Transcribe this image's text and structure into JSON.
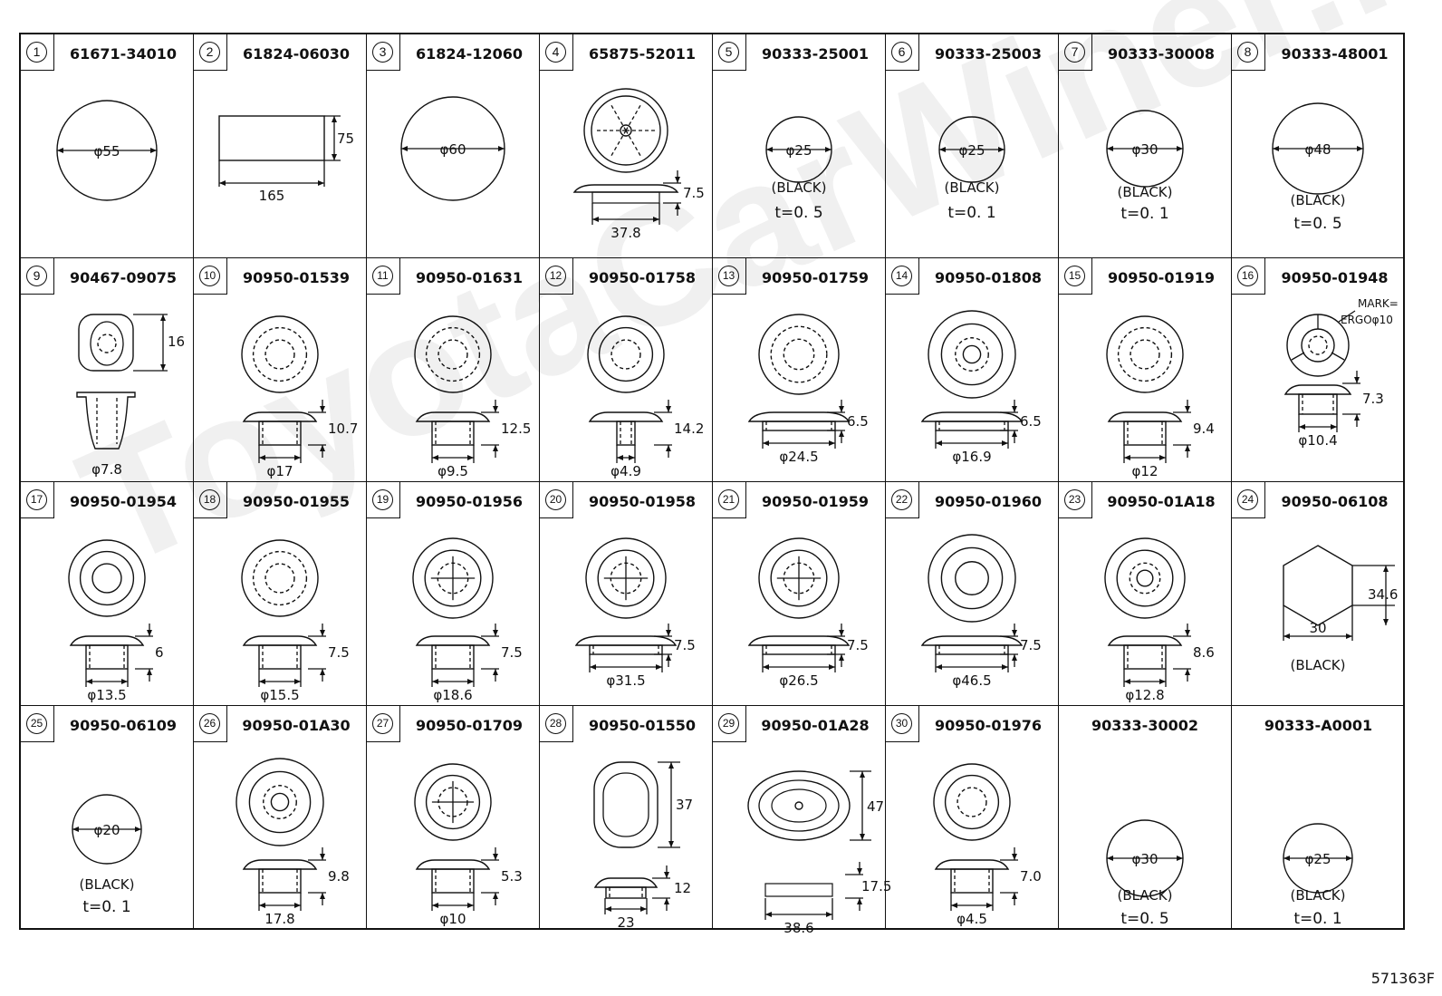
{
  "watermark": "ToyotaCarWiner.ru",
  "doc_code": "571363F",
  "cells": [
    {
      "num": "1",
      "part": "61671-34010",
      "dims": [
        "φ55"
      ]
    },
    {
      "num": "2",
      "part": "61824-06030",
      "dims": [
        "75",
        "165"
      ]
    },
    {
      "num": "3",
      "part": "61824-12060",
      "dims": [
        "φ60"
      ]
    },
    {
      "num": "4",
      "part": "65875-52011",
      "dims": [
        "7.5",
        "37.8"
      ]
    },
    {
      "num": "5",
      "part": "90333-25001",
      "dims": [
        "φ25"
      ],
      "note": "(BLACK)",
      "t": "t=0. 5"
    },
    {
      "num": "6",
      "part": "90333-25003",
      "dims": [
        "φ25"
      ],
      "note": "(BLACK)",
      "t": "t=0. 1"
    },
    {
      "num": "7",
      "part": "90333-30008",
      "dims": [
        "φ30"
      ],
      "note": "(BLACK)",
      "t": "t=0. 1"
    },
    {
      "num": "8",
      "part": "90333-48001",
      "dims": [
        "φ48"
      ],
      "note": "(BLACK)",
      "t": "t=0. 5"
    },
    {
      "num": "9",
      "part": "90467-09075",
      "dims": [
        "16",
        "φ7.8"
      ]
    },
    {
      "num": "10",
      "part": "90950-01539",
      "dims": [
        "10.7",
        "φ17"
      ]
    },
    {
      "num": "11",
      "part": "90950-01631",
      "dims": [
        "12.5",
        "φ9.5"
      ]
    },
    {
      "num": "12",
      "part": "90950-01758",
      "dims": [
        "14.2",
        "φ4.9"
      ]
    },
    {
      "num": "13",
      "part": "90950-01759",
      "dims": [
        "6.5",
        "φ24.5"
      ]
    },
    {
      "num": "14",
      "part": "90950-01808",
      "dims": [
        "6.5",
        "φ16.9"
      ]
    },
    {
      "num": "15",
      "part": "90950-01919",
      "dims": [
        "9.4",
        "φ12"
      ]
    },
    {
      "num": "16",
      "part": "90950-01948",
      "dims": [
        "7.3",
        "φ10.4"
      ],
      "mark": [
        "MARK=",
        "ERGOφ10"
      ]
    },
    {
      "num": "17",
      "part": "90950-01954",
      "dims": [
        "6",
        "φ13.5"
      ]
    },
    {
      "num": "18",
      "part": "90950-01955",
      "dims": [
        "7.5",
        "φ15.5"
      ]
    },
    {
      "num": "19",
      "part": "90950-01956",
      "dims": [
        "7.5",
        "φ18.6"
      ]
    },
    {
      "num": "20",
      "part": "90950-01958",
      "dims": [
        "7.5",
        "φ31.5"
      ]
    },
    {
      "num": "21",
      "part": "90950-01959",
      "dims": [
        "7.5",
        "φ26.5"
      ]
    },
    {
      "num": "22",
      "part": "90950-01960",
      "dims": [
        "7.5",
        "φ46.5"
      ]
    },
    {
      "num": "23",
      "part": "90950-01A18",
      "dims": [
        "8.6",
        "φ12.8"
      ]
    },
    {
      "num": "24",
      "part": "90950-06108",
      "dims": [
        "34.6",
        "30"
      ],
      "note": "(BLACK)"
    },
    {
      "num": "25",
      "part": "90950-06109",
      "dims": [
        "φ20"
      ],
      "note": "(BLACK)",
      "t": "t=0. 1"
    },
    {
      "num": "26",
      "part": "90950-01A30",
      "dims": [
        "9.8",
        "17.8"
      ]
    },
    {
      "num": "27",
      "part": "90950-01709",
      "dims": [
        "5.3",
        "φ10"
      ]
    },
    {
      "num": "28",
      "part": "90950-01550",
      "dims": [
        "37",
        "12",
        "23"
      ]
    },
    {
      "num": "29",
      "part": "90950-01A28",
      "dims": [
        "47",
        "17.5",
        "38.6"
      ]
    },
    {
      "num": "30",
      "part": "90950-01976",
      "dims": [
        "7.0",
        "φ4.5"
      ]
    },
    {
      "num": "",
      "part": "90333-30002",
      "dims": [
        "φ30"
      ],
      "note": "(BLACK)",
      "t": "t=0. 5"
    },
    {
      "num": "",
      "part": "90333-A0001",
      "dims": [
        "φ25"
      ],
      "note": "(BLACK)",
      "t": "t=0. 1"
    }
  ]
}
